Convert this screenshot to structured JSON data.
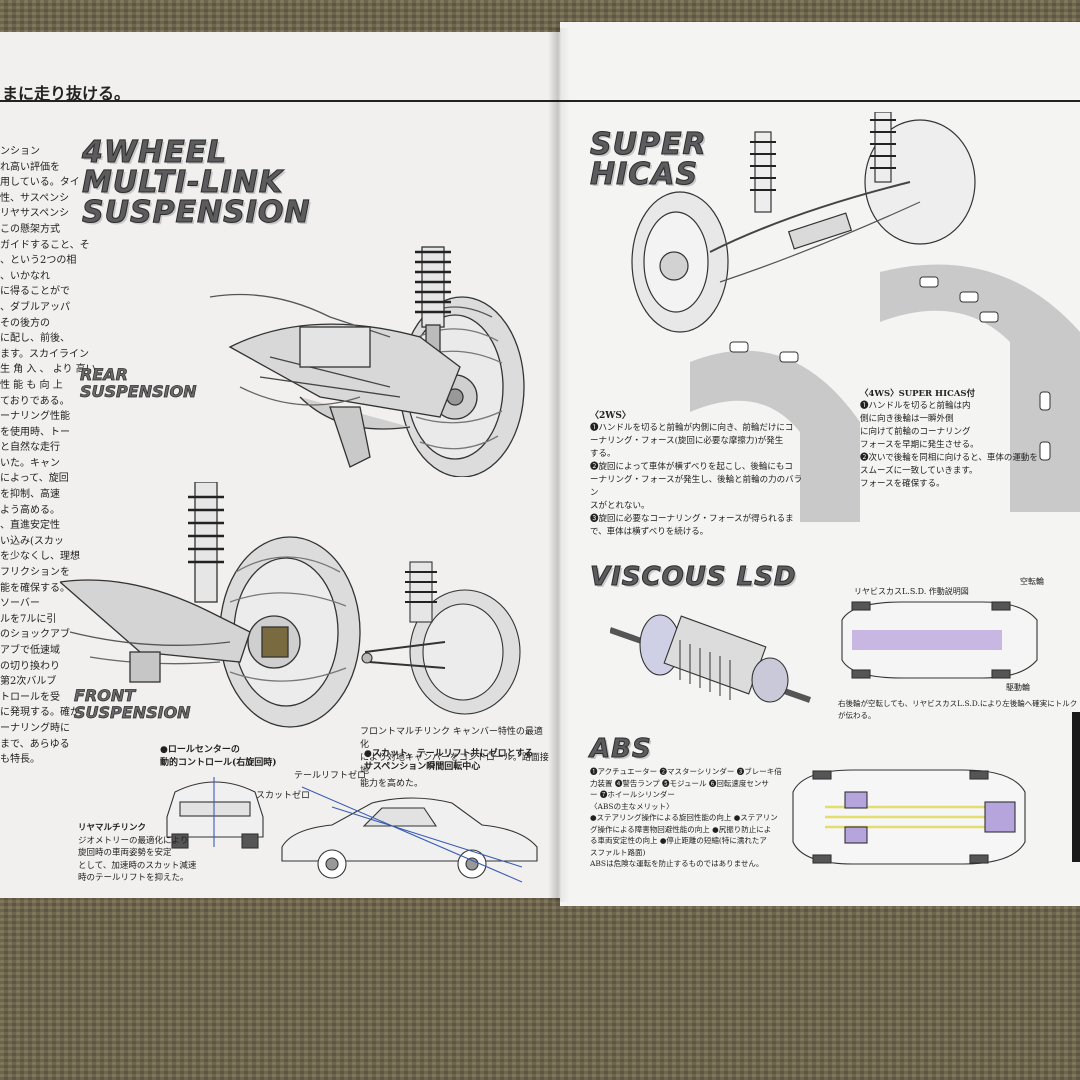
{
  "left_page": {
    "header_text": "まに走り抜ける。",
    "title_lines": [
      "4WHEEL",
      "MULTI-LINK",
      "SUSPENSION"
    ],
    "rear_label": [
      "REAR",
      "SUSPENSION"
    ],
    "front_label": [
      "FRONT",
      "SUSPENSION"
    ],
    "body_text_lines": [
      "ンション",
      "れ高い評価を",
      "用している。タイ",
      "性、サスペンシ",
      "リヤサスペンシ",
      "この懸架方式",
      "ガイドすること、そ",
      "、という2つの相",
      "、いかなれ",
      "に得ることがで",
      "、ダブルアッパ",
      "その後方の",
      "に配し、前後、",
      "ます。スカイライン",
      "生 角 入 、 より 高い",
      "性 能 も 向 上",
      "ておりである。",
      "ーナリング性能",
      "を使用時、トー",
      "と自然な走行",
      "いた。キャン",
      "によって、旋回",
      "を抑制、高速",
      "よう高める。",
      "、直進安定性",
      "い込み(スカッ",
      "を少なくし、理想",
      "フリクションを",
      "能を確保する。",
      "ソーバー",
      "ルを7ルに引",
      "のショックアブ",
      "アブで低速域",
      "の切り換わり",
      "第2次バルブ",
      "トロールを受",
      "に発現する。確か",
      "ーナリング時に",
      "まで、あらゆる",
      "も特長。"
    ],
    "front_multilink_caption": [
      "フロントマルチリンク キャンバー特性の最適化",
      "により対地キャンバーをコントロール。路面接地",
      "能力を高めた。"
    ],
    "roll_center_caption": [
      "●ロールセンターの",
      "動的コントロール(右旋回時)"
    ],
    "squat_caption": [
      "●スカット、テールリフト共にゼロとする",
      "サスペンション瞬間回転中心"
    ],
    "tail_lift_label": "テールリフトゼロ",
    "squat_zero_label": "スカットゼロ",
    "rear_multilink_caption": [
      "リヤマルチリンク",
      "ジオメトリーの最適化により",
      "旋回時の車両姿勢を安定",
      "として、加速時のスカット減速",
      "時のテールリフトを抑えた。"
    ]
  },
  "right_page": {
    "title_lines": [
      "SUPER",
      "HICAS"
    ],
    "ws2_title": "〈2WS〉",
    "ws2_lines": [
      "❶ハンドルを切ると前輪が内側に向き、前輪だけにコ",
      "ーナリング・フォース(旋回に必要な摩擦力)が発生",
      "する。",
      "❷旋回によって車体が横ずべりを起こし、後輪にもコ",
      "ーナリング・フォースが発生し、後輪と前輪の力のバラン",
      "スがとれない。",
      "❸旋回に必要なコーナリング・フォースが得られるま",
      "で、車体は横ずべりを続ける。"
    ],
    "ws4_title": "〈4WS〉SUPER HICAS付",
    "ws4_lines": [
      "❶ハンドルを切ると前輪は内",
      "側に向き後輪は一瞬外側",
      "に向けて前輪のコーナリング",
      "フォースを早期に発生させる。",
      "❷次いで後輪を同相に向けると、車体の運動を",
      "スムーズに一致していきます。",
      "フォースを確保する。"
    ],
    "viscous_title": "VISCOUS LSD",
    "viscous_diagram_title": "リヤビスカスL.S.D. 作動説明図",
    "wheel_slip_label": "空転輪",
    "drive_wheel_label": "駆動輪",
    "viscous_caption": "右後輪が空転しても、リヤビスカスL.S.D.により左後輪へ確実にトルクが伝わる。",
    "abs_title": "ABS",
    "abs_legend_lines": [
      "❶アクチュエーター ❷マスターシリンダー ❸ブレーキ倍",
      "力装置 ❹警告ランプ ❺モジュール ❻回転速度センサ",
      "ー ❼ホイールシリンダー",
      "〈ABSの主なメリット〉",
      "●ステアリング操作による旋回性能の向上 ●ステアリン",
      "グ操作による障害物回避性能の向上 ●尻振り防止によ",
      "る車両安定性の向上 ●停止距離の短縮(特に濡れたア",
      "スファルト路面)",
      "ABSは危険な運転を防止するものではありません。"
    ]
  },
  "colors": {
    "page": "#f3f2f0",
    "carpet": "#6f6650",
    "ink": "#222222",
    "title_fill": "#5c5c5e",
    "purple_accent": "#b9a5d6",
    "yellow_accent": "#e8e27a",
    "blue_line": "#3a5db5"
  }
}
